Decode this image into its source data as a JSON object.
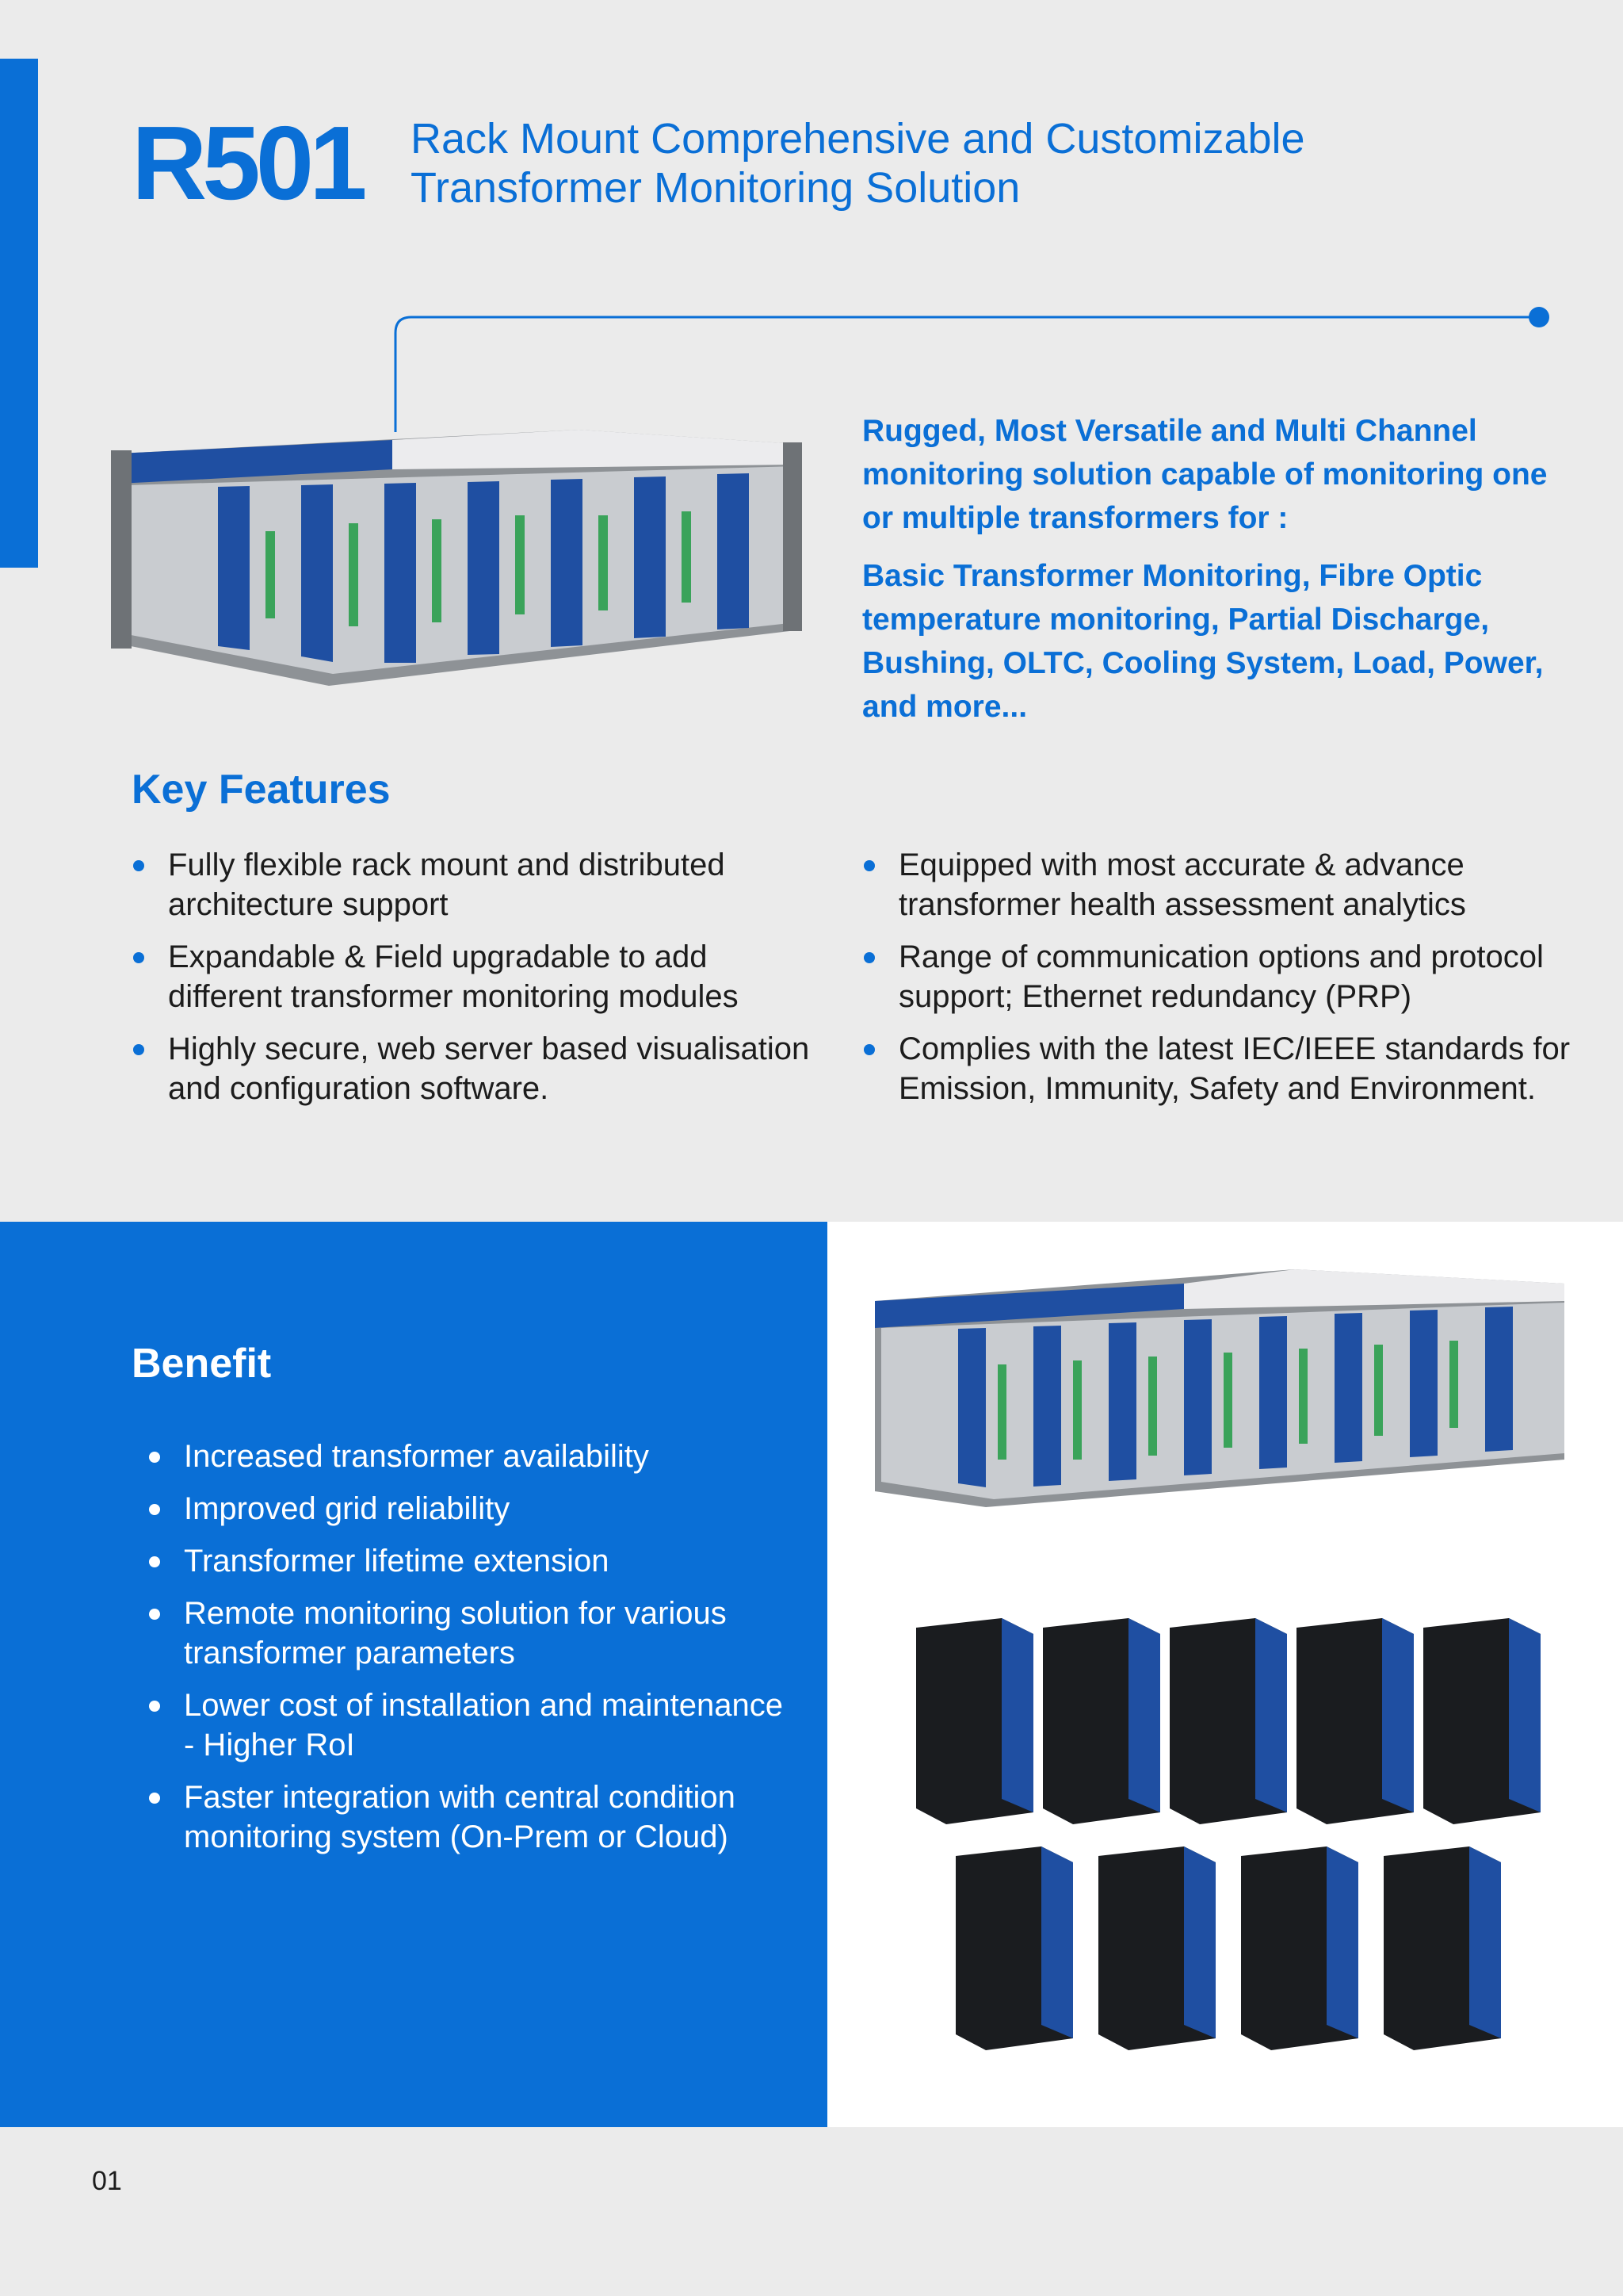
{
  "header": {
    "model": "R501",
    "subtitle_line1": "Rack Mount Comprehensive and Customizable",
    "subtitle_line2": "Transformer Monitoring Solution"
  },
  "intro": {
    "para1": "Rugged, Most Versatile and Multi Channel monitoring solution capable of monitoring one or multiple transformers for :",
    "para2": "Basic Transformer Monitoring, Fibre Optic temperature monitoring, Partial Discharge, Bushing, OLTC, Cooling System, Load, Power, and more..."
  },
  "key_features": {
    "title": "Key Features",
    "left": [
      "Fully flexible rack mount and distributed architecture support",
      "Expandable & Field upgradable to add different transformer monitoring modules",
      "Highly secure, web server based visualisation and configuration software."
    ],
    "right": [
      "Equipped with most accurate & advance transformer health assessment analytics",
      "Range of communication options and protocol support; Ethernet redundancy (PRP)",
      "Complies with the latest IEC/IEEE standards for Emission, Immunity, Safety and Environment."
    ]
  },
  "benefit": {
    "title": "Benefit",
    "items": [
      "Increased transformer availability",
      "Improved grid reliability",
      "Transformer lifetime extension",
      "Remote monitoring solution for various transformer parameters",
      "Lower cost of installation and maintenance - Higher RoI",
      "Faster integration with central condition monitoring system (On-Prem or Cloud)"
    ]
  },
  "page_number": "01",
  "colors": {
    "accent": "#0a6fd6",
    "background": "#ebebeb",
    "panel_white": "#ffffff"
  },
  "icons": {
    "bullet": "filled-circle"
  }
}
